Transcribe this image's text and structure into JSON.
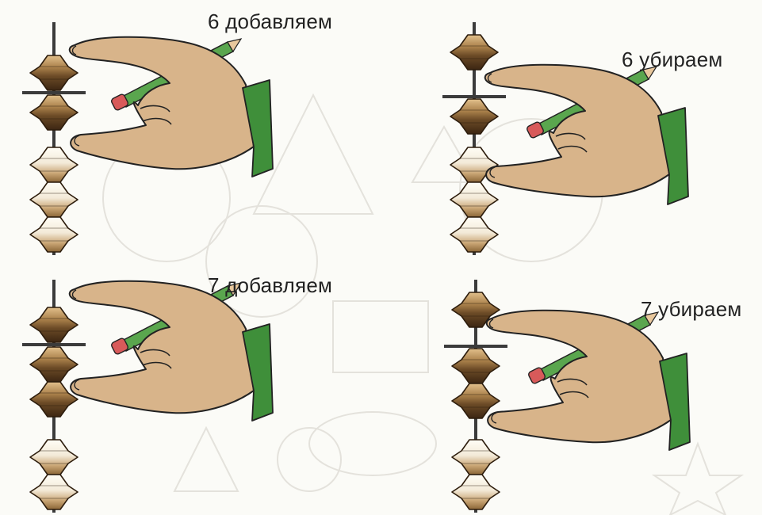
{
  "panels": [
    {
      "id": "tl",
      "caption": "6 добавляем",
      "upper_bead": "on_bar",
      "lower_beads_down": 1
    },
    {
      "id": "tr",
      "caption": "6 убираем",
      "upper_bead": "raised",
      "lower_beads_down": 1
    },
    {
      "id": "bl",
      "caption": "7 добавляем",
      "upper_bead": "on_bar",
      "lower_beads_down": 2
    },
    {
      "id": "br",
      "caption": "7 убираем",
      "upper_bead": "raised",
      "lower_beads_down": 2
    }
  ],
  "colors": {
    "bead_dark": "#6b4a26",
    "bead_mid": "#a9804a",
    "bead_light": "#f3ead8",
    "hand": "#d8b48a",
    "sleeve": "#3f8f3a",
    "pencil": "#5aa64e",
    "rod": "#3b3b3b",
    "background": "#fbfbf7"
  }
}
